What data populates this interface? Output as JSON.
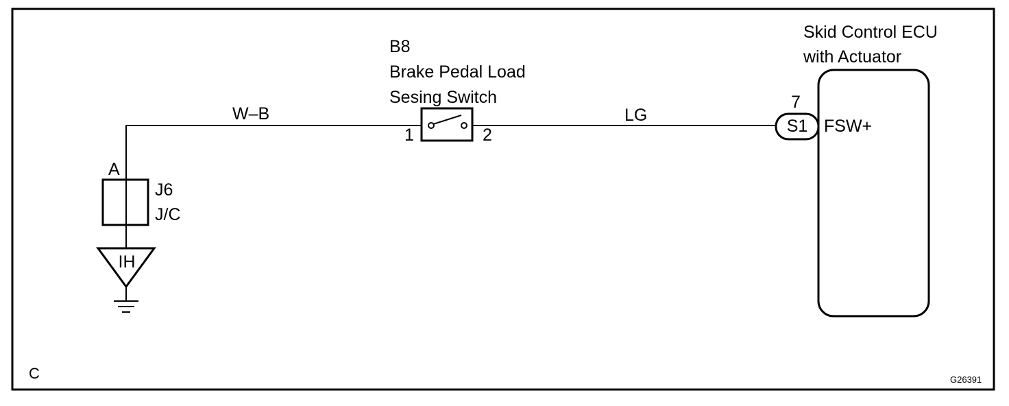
{
  "diagram": {
    "corner_label": "C",
    "figure_code": "G26391",
    "wires": {
      "wb": "W–B",
      "lg": "LG"
    },
    "switch": {
      "code": "B8",
      "name_line1": "Brake Pedal Load",
      "name_line2": "Sesing Switch",
      "pin_left": "1",
      "pin_right": "2"
    },
    "junction": {
      "pin": "A",
      "code": "J6",
      "type": "J/C"
    },
    "ground": {
      "label": "IH"
    },
    "ecu": {
      "name_line1": "Skid Control ECU",
      "name_line2": "with Actuator",
      "pin_number": "7",
      "connector": "S1",
      "terminal": "FSW+"
    }
  }
}
